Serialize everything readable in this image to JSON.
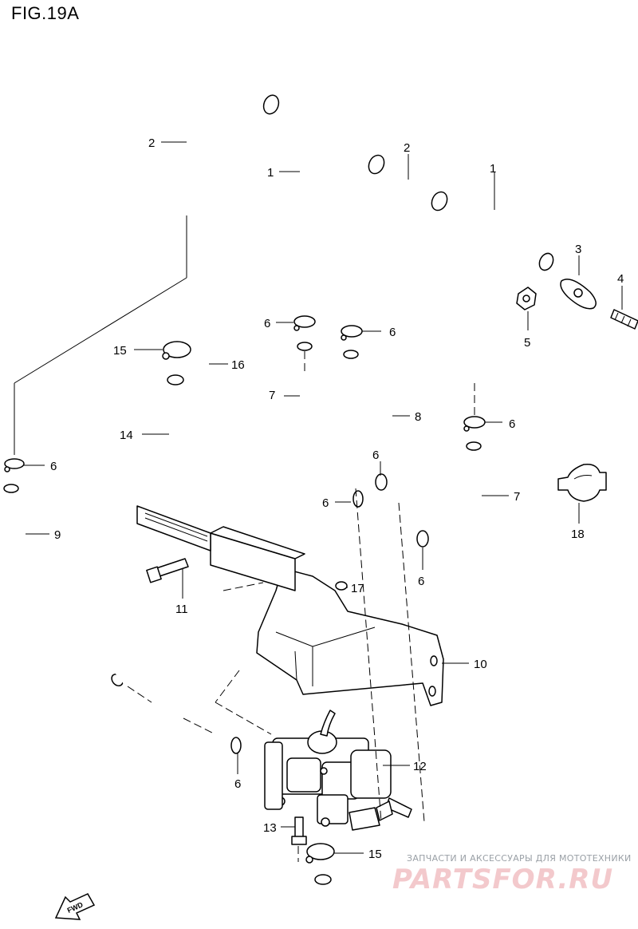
{
  "figure": {
    "title": "FIG.19A"
  },
  "callouts": [
    {
      "id": "c2a",
      "label": "2"
    },
    {
      "id": "c1a",
      "label": "1"
    },
    {
      "id": "c2b",
      "label": "2"
    },
    {
      "id": "c1b",
      "label": "1"
    },
    {
      "id": "c3",
      "label": "3"
    },
    {
      "id": "c4",
      "label": "4"
    },
    {
      "id": "c5",
      "label": "5"
    },
    {
      "id": "c6a",
      "label": "6"
    },
    {
      "id": "c6b",
      "label": "6"
    },
    {
      "id": "c6c",
      "label": "6"
    },
    {
      "id": "c6d",
      "label": "6"
    },
    {
      "id": "c6e",
      "label": "6"
    },
    {
      "id": "c6f",
      "label": "6"
    },
    {
      "id": "c6g",
      "label": "6"
    },
    {
      "id": "c6h",
      "label": "6"
    },
    {
      "id": "c7a",
      "label": "7"
    },
    {
      "id": "c7b",
      "label": "7"
    },
    {
      "id": "c8",
      "label": "8"
    },
    {
      "id": "c9",
      "label": "9"
    },
    {
      "id": "c10",
      "label": "10"
    },
    {
      "id": "c11",
      "label": "11"
    },
    {
      "id": "c12",
      "label": "12"
    },
    {
      "id": "c13",
      "label": "13"
    },
    {
      "id": "c14",
      "label": "14"
    },
    {
      "id": "c15a",
      "label": "15"
    },
    {
      "id": "c15b",
      "label": "15"
    },
    {
      "id": "c16",
      "label": "16"
    },
    {
      "id": "c17",
      "label": "17"
    },
    {
      "id": "c18",
      "label": "18"
    }
  ],
  "fwd_badge": "FWD",
  "watermark": {
    "tagline": "ЗАПЧАСТИ И АКСЕССУАРЫ ДЛЯ МОТОТЕХНИКИ",
    "logo": "PARTSFOR.RU"
  }
}
